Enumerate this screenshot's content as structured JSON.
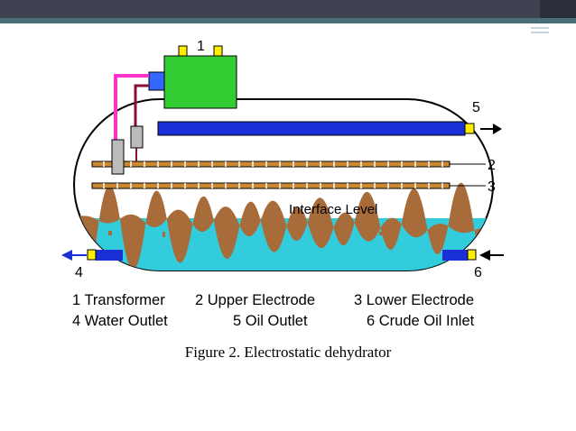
{
  "slide": {
    "figure_caption": "Figure 2. Electrostatic dehydrator"
  },
  "diagram": {
    "interface_label": "Interface Level",
    "numbers": {
      "n1": "1",
      "n2": "2",
      "n3": "3",
      "n4": "4",
      "n5": "5",
      "n6": "6"
    },
    "legend": {
      "row1": [
        "1 Transformer",
        "2 Upper Electrode",
        "3 Lower Electrode"
      ],
      "row2": [
        "4 Water Outlet",
        "5 Oil Outlet",
        "6 Crude Oil Inlet"
      ]
    },
    "colors": {
      "water": "#33ccdd",
      "transformer": "#33cc33",
      "pipe_blue": "#1a2fd6",
      "electrode": "#cc8833",
      "magenta_wire": "#ff33cc",
      "dark_red_wire": "#881133",
      "connector_yellow": "#ffee00",
      "topbar": "#3d4150"
    }
  }
}
